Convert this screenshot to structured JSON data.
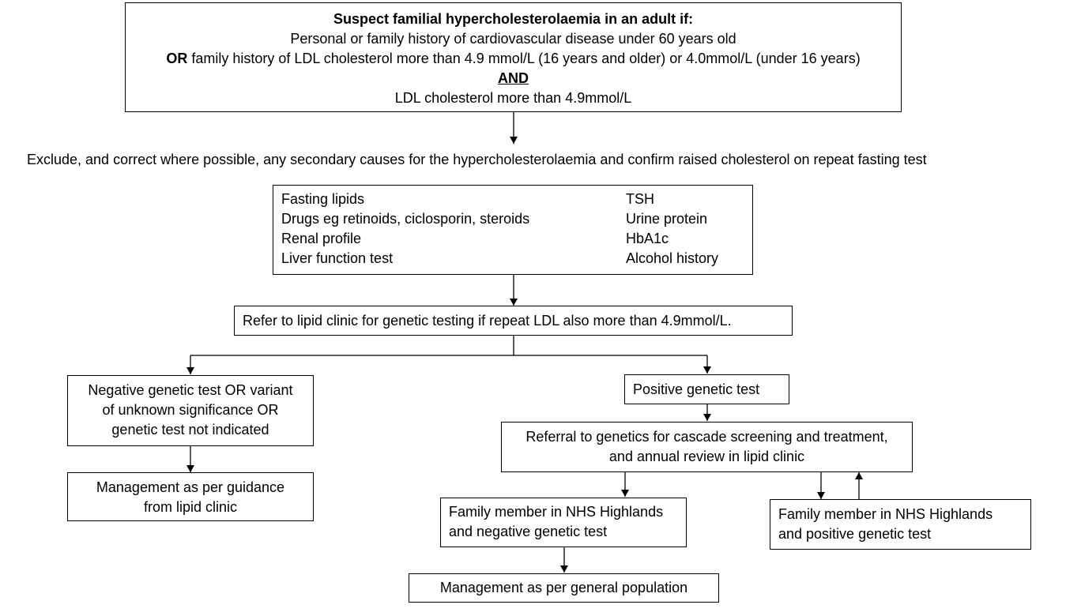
{
  "top_box": {
    "line1": "Suspect familial hypercholesterolaemia in an adult if:",
    "line2": "Personal or family history of cardiovascular disease under 60 years old",
    "line3_bold": "OR",
    "line3_rest": " family history of LDL cholesterol more than 4.9 mmol/L (16 years and older) or 4.0mmol/L (under 16 years)",
    "line4": "AND",
    "line5": "LDL cholesterol more than 4.9mmol/L"
  },
  "exclude_text": "Exclude, and correct where possible, any secondary causes for the hypercholesterolaemia and confirm raised cholesterol on repeat fasting test",
  "checks_box": {
    "left": [
      "Fasting lipids",
      "Drugs eg retinoids, ciclosporin, steroids",
      "Renal profile",
      "Liver function test"
    ],
    "right": [
      "TSH",
      "Urine protein",
      "HbA1c",
      "Alcohol history"
    ]
  },
  "refer_box": "Refer to lipid clinic for genetic testing if repeat LDL also more than 4.9mmol/L.",
  "negative_box": [
    "Negative genetic test OR variant",
    "of unknown significance OR",
    "genetic test not indicated"
  ],
  "management_lipid_box": [
    "Management as per guidance",
    "from lipid clinic"
  ],
  "positive_box": "Positive genetic test",
  "referral_genetics_box": [
    "Referral to genetics for cascade screening and treatment,",
    "and annual review in lipid clinic"
  ],
  "family_negative_box": [
    "Family member in NHS Highlands",
    "and negative genetic test"
  ],
  "family_positive_box": [
    "Family member in NHS Highlands",
    "and positive genetic test"
  ],
  "management_general_box": "Management as per general population"
}
